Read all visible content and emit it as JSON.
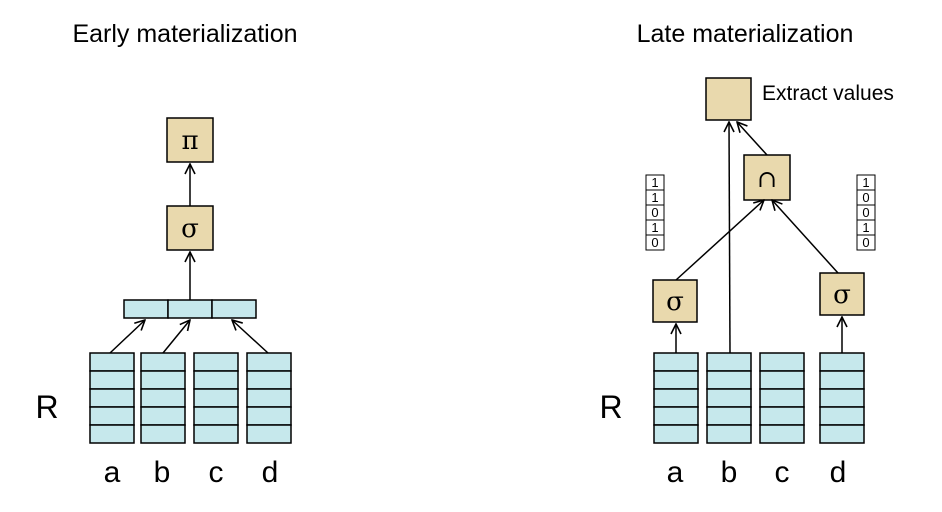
{
  "early": {
    "title": "Early materialization",
    "relation_label": "R",
    "columns": [
      "a",
      "b",
      "c",
      "d"
    ],
    "select_symbol": "σ",
    "project_symbol": "π"
  },
  "late": {
    "title": "Late materialization",
    "relation_label": "R",
    "columns": [
      "a",
      "b",
      "c",
      "d"
    ],
    "select_symbol": "σ",
    "intersect_symbol": "∩",
    "extract_label": "Extract values",
    "bitvector_left": [
      "1",
      "1",
      "0",
      "1",
      "0"
    ],
    "bitvector_right": [
      "1",
      "0",
      "0",
      "1",
      "0"
    ]
  },
  "colors": {
    "operator_fill": "#e9d9ad",
    "column_fill": "#c6e8ec",
    "stroke": "#000000"
  }
}
